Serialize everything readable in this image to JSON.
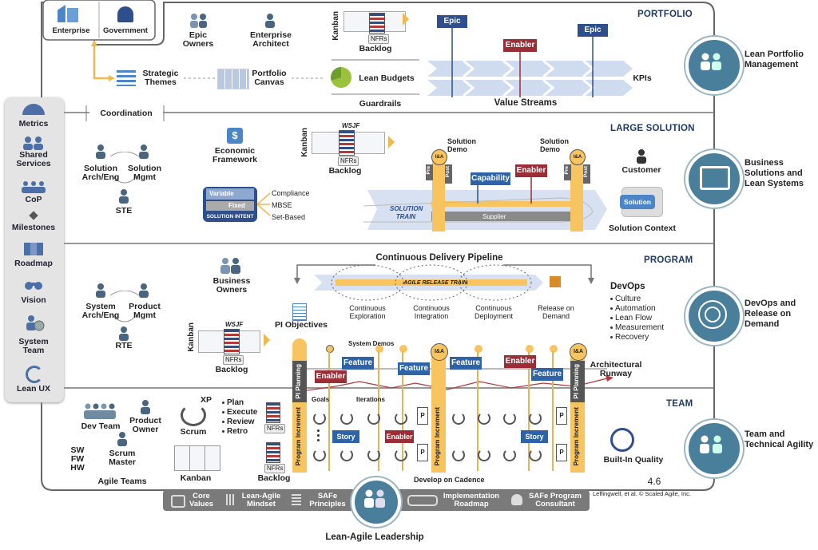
{
  "colors": {
    "navy": "#1d3b6b",
    "epic": "#2e4f8c",
    "enabler": "#9b2d36",
    "feature": "#2e63a8",
    "yellow": "#f7c45f",
    "teal": "#4a7f9b",
    "gray": "#777777"
  },
  "top": {
    "enterprise": "Enterprise",
    "government": "Government"
  },
  "levels": {
    "portfolio": "PORTFOLIO",
    "large_solution": "LARGE SOLUTION",
    "program": "PROGRAM",
    "team": "TEAM"
  },
  "portfolio": {
    "epic_owners": "Epic Owners",
    "enterprise_architect": "Enterprise Architect",
    "kanban": "Kanban",
    "nfrs": "NFRs",
    "backlog": "Backlog",
    "strategic_themes": "Strategic Themes",
    "portfolio_canvas": "Portfolio Canvas",
    "lean_budgets": "Lean Budgets",
    "guardrails": "Guardrails",
    "epic1": "Epic",
    "enabler": "Enabler",
    "epic2": "Epic",
    "value_streams": "Value Streams",
    "kpis": "KPIs"
  },
  "coordination": "Coordination",
  "large_solution": {
    "solution_arch": "Solution Arch/Eng",
    "solution_mgmt": "Solution Mgmt",
    "ste": "STE",
    "economic_framework": "Economic Framework",
    "kanban": "Kanban",
    "wsjf": "WSJF",
    "nfrs": "NFRs",
    "backlog": "Backlog",
    "variable": "Variable",
    "fixed": "Fixed",
    "solution_intent": "SOLUTION INTENT",
    "compliance": "Compliance",
    "mbse": "MBSE",
    "set_based": "Set-Based",
    "solution_demo1": "Solution Demo",
    "solution_demo2": "Solution Demo",
    "pre": "Pre",
    "post": "Post",
    "ia": "I&A",
    "capability": "Capability",
    "enabler": "Enabler",
    "solution_train": "SOLUTION TRAIN",
    "supplier": "Supplier",
    "customer": "Customer",
    "solution": "Solution",
    "solution_context": "Solution Context"
  },
  "program": {
    "business_owners": "Business Owners",
    "system_arch": "System Arch/Eng",
    "product_mgmt": "Product Mgmt",
    "rte": "RTE",
    "kanban": "Kanban",
    "wsjf": "WSJF",
    "nfrs": "NFRs",
    "backlog": "Backlog",
    "pi_objectives": "PI Objectives",
    "cdp": "Continuous Delivery Pipeline",
    "art": "AGILE RELEASE TRAIN",
    "cont_exploration": "Continuous Exploration",
    "cont_integration": "Continuous Integration",
    "cont_deployment": "Continuous Deployment",
    "release_on_demand": "Release on Demand",
    "devops": "DevOps",
    "devops_items": [
      "Culture",
      "Automation",
      "Lean Flow",
      "Measurement",
      "Recovery"
    ],
    "system_demos": "System Demos",
    "enabler": "Enabler",
    "feature1": "Feature",
    "feature2": "Feature",
    "feature3": "Feature",
    "enabler2": "Enabler",
    "feature4": "Feature",
    "architectural_runway": "Architectural Runway",
    "pi_planning": "PI Planning",
    "ia": "I&A"
  },
  "team": {
    "dev_team": "Dev Team",
    "product_owner": "Product Owner",
    "scrum_master": "Scrum Master",
    "sw": "SW",
    "fw": "FW",
    "hw": "HW",
    "agile_teams": "Agile Teams",
    "xp": "XP",
    "scrum": "Scrum",
    "scrum_items": [
      "Plan",
      "Execute",
      "Review",
      "Retro"
    ],
    "kanban": "Kanban",
    "nfrs": "NFRs",
    "backlog": "Backlog",
    "goals": "Goals",
    "iterations": "Iterations",
    "story1": "Story",
    "enabler": "Enabler",
    "story2": "Story",
    "program_increment": "Program Increment",
    "develop_on_cadence": "Develop on Cadence",
    "built_in_quality": "Built-In Quality",
    "version": "4.6",
    "copyright": "Leffingwell, et al. © Scaled Agile, Inc."
  },
  "sidebar": [
    "Metrics",
    "Shared Services",
    "CoP",
    "Milestones",
    "Roadmap",
    "Vision",
    "System Team",
    "Lean UX"
  ],
  "right": [
    "Lean Portfolio Management",
    "Business Solutions and Lean Systems",
    "DevOps and Release on Demand",
    "Team and Technical Agility"
  ],
  "foundation": {
    "core_values": "Core Values",
    "mindset": "Lean-Agile Mindset",
    "principles": "SAFe Principles",
    "roadmap": "Implementation Roadmap",
    "consultant": "SAFe Program Consultant",
    "leadership": "Lean-Agile Leadership"
  }
}
